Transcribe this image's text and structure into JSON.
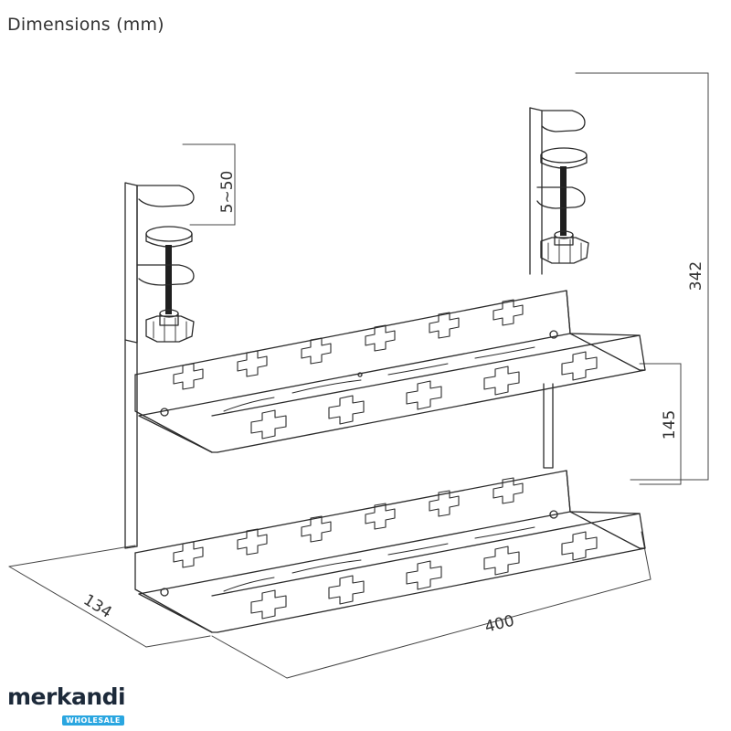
{
  "title": "Dimensions (mm)",
  "dimensions": {
    "clamp_range": "5~50",
    "total_height": "342",
    "tray_spacing": "145",
    "depth": "134",
    "width": "400"
  },
  "logo": {
    "name": "merkandi",
    "badge": "WHOLESALE",
    "badge_color": "#2aa6e0"
  },
  "colors": {
    "line": "#2b2b2b",
    "dimension_line": "#444444",
    "text": "#333333"
  }
}
